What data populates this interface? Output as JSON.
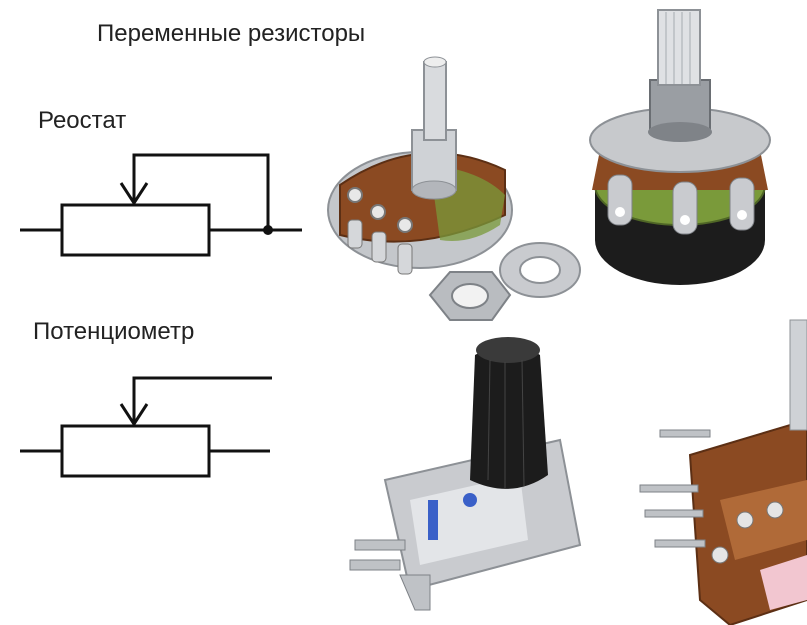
{
  "title": "Переменные резисторы",
  "rheostat": {
    "label": "Реостат"
  },
  "potentiometer": {
    "label": "Потенциометр"
  },
  "colors": {
    "line": "#111111",
    "metal": "#c7c9cc",
    "metal_dark": "#8d9196",
    "board": "#8b4a22",
    "board_light": "#b06a38",
    "knob_black": "#1c1c1c",
    "green": "#7a9a3a",
    "blue_plastic": "#3a60c8"
  },
  "icons": [
    "rheostat-symbol-icon",
    "potentiometer-symbol-icon",
    "rotary-potentiometer-photo",
    "black-potentiometer-photo",
    "trimmer-potentiometer-photo",
    "dual-potentiometer-photo"
  ]
}
